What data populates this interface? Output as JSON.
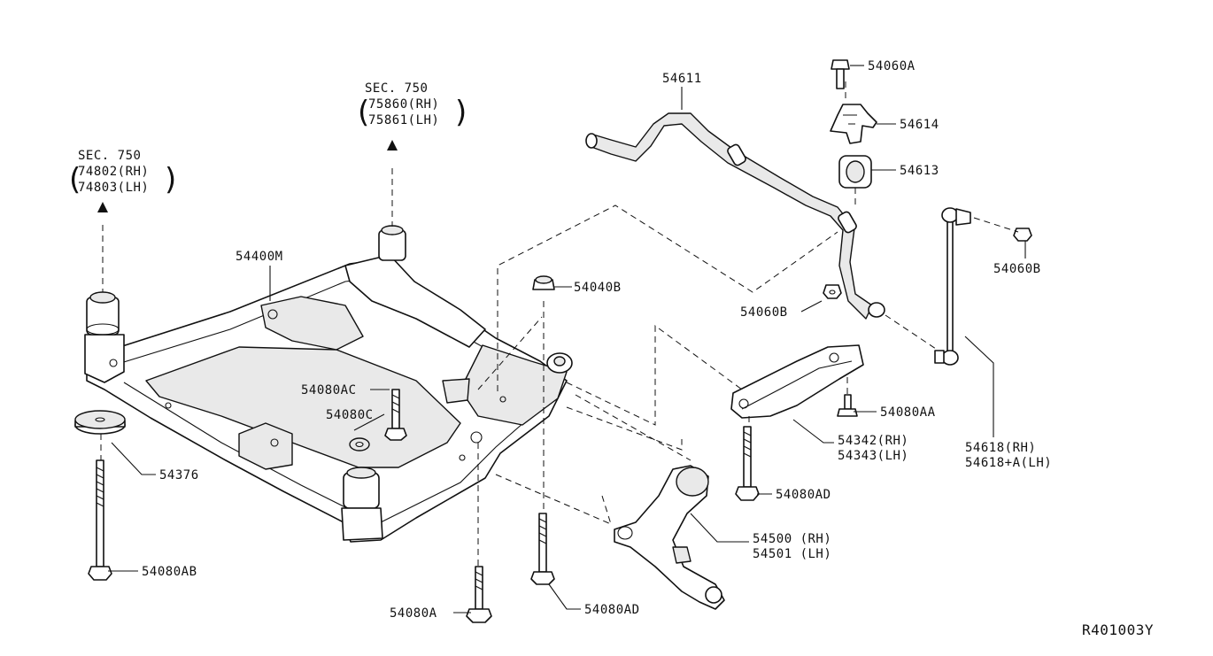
{
  "diagram_code": "R401003Y",
  "callouts": {
    "sec750_left": [
      "SEC. 750",
      "74802(RH)",
      "74803(LH)"
    ],
    "sec750_mid": [
      "SEC. 750",
      "75860(RH)",
      "75861(LH)"
    ],
    "p54400M": "54400M",
    "p54376": "54376",
    "p54080AB": "54080AB",
    "p54080AC": "54080AC",
    "p54080C": "54080C",
    "p54040B": "54040B",
    "p54080A": "54080A",
    "p54080AD_lower": "54080AD",
    "p54611": "54611",
    "p54060A": "54060A",
    "p54614": "54614",
    "p54613": "54613",
    "p54060B_mid": "54060B",
    "p54060B_right": "54060B",
    "p54618": [
      "54618(RH)",
      "54618+A(LH)"
    ],
    "p54342": [
      "54342(RH)",
      "54343(LH)"
    ],
    "p54080AA": "54080AA",
    "p54080AD_right": "54080AD",
    "p54500": [
      "54500 (RH)",
      "54501 (LH)"
    ]
  },
  "icons": [
    "arrow-up-icon"
  ]
}
